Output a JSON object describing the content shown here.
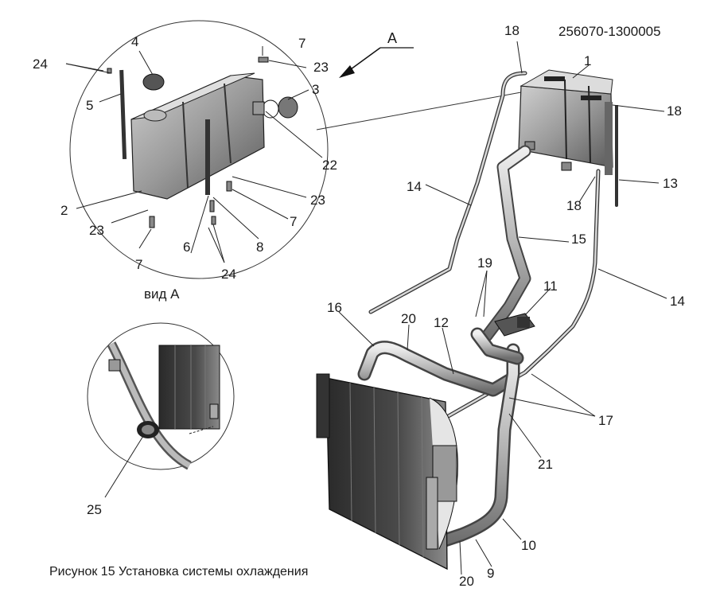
{
  "document_code": "256070-1300005",
  "caption": "Рисунок 15   Установка системы охлаждения",
  "view_label": "вид А",
  "arrow_label": "А",
  "callouts": [
    {
      "id": "c1",
      "text": "1"
    },
    {
      "id": "c2",
      "text": "2"
    },
    {
      "id": "c3",
      "text": "3"
    },
    {
      "id": "c4",
      "text": "4"
    },
    {
      "id": "c5",
      "text": "5"
    },
    {
      "id": "c6",
      "text": "6"
    },
    {
      "id": "c7a",
      "text": "7"
    },
    {
      "id": "c7b",
      "text": "7"
    },
    {
      "id": "c7c",
      "text": "7"
    },
    {
      "id": "c8",
      "text": "8"
    },
    {
      "id": "c9",
      "text": "9"
    },
    {
      "id": "c10",
      "text": "10"
    },
    {
      "id": "c11",
      "text": "11"
    },
    {
      "id": "c12",
      "text": "12"
    },
    {
      "id": "c13",
      "text": "13"
    },
    {
      "id": "c14a",
      "text": "14"
    },
    {
      "id": "c14b",
      "text": "14"
    },
    {
      "id": "c15",
      "text": "15"
    },
    {
      "id": "c16",
      "text": "16"
    },
    {
      "id": "c17",
      "text": "17"
    },
    {
      "id": "c18a",
      "text": "18"
    },
    {
      "id": "c18b",
      "text": "18"
    },
    {
      "id": "c18c",
      "text": "18"
    },
    {
      "id": "c19",
      "text": "19"
    },
    {
      "id": "c20a",
      "text": "20"
    },
    {
      "id": "c20b",
      "text": "20"
    },
    {
      "id": "c21",
      "text": "21"
    },
    {
      "id": "c22",
      "text": "22"
    },
    {
      "id": "c23a",
      "text": "23"
    },
    {
      "id": "c23b",
      "text": "23"
    },
    {
      "id": "c23c",
      "text": "23"
    },
    {
      "id": "c24a",
      "text": "24"
    },
    {
      "id": "c24b",
      "text": "24"
    },
    {
      "id": "c25",
      "text": "25"
    }
  ]
}
